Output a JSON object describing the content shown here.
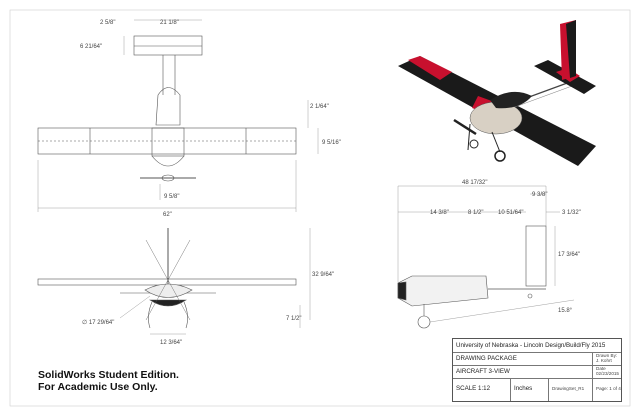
{
  "drawing": {
    "top_view": {
      "dims": [
        "2 5/8\"",
        "21 1/8\"",
        "6 21/64\"",
        "2 1/64\"",
        "9 5/16\"",
        "9 5/8\"",
        "62\""
      ]
    },
    "front_view": {
      "dims": [
        "32 9/64\"",
        "∅ 17 29/64\"",
        "7 1/2\"",
        "12 3/64\""
      ]
    },
    "side_view": {
      "dims": [
        "48 17/32\"",
        "9 3/8\"",
        "14 3/8\"",
        "8 1/2\"",
        "10 51/64\"",
        "3 1/32\"",
        "17 3/64\"",
        "15.8°"
      ]
    }
  },
  "watermark": {
    "line1": "SolidWorks Student Edition.",
    "line2": "For Academic Use Only."
  },
  "title_block": {
    "university": "University of Nebraska - Lincoln Design/Build/Fly 2015",
    "package": "DRAWING PACKAGE",
    "view_title": "AIRCRAFT 3-VIEW",
    "drawn_by_label": "Drawn By:",
    "drawn_by": "J. Kohrt",
    "date_label": "Date",
    "date": "02/23/2015",
    "scale": "SCALE 1:12",
    "units": "Inches",
    "file": "DrawingSet_R1",
    "page": "Page: 1 of 4"
  },
  "colors": {
    "line": "#555555",
    "wing_dark": "#1a1a1a",
    "wing_red": "#c8102e",
    "fuselage": "#d8d0c4"
  }
}
